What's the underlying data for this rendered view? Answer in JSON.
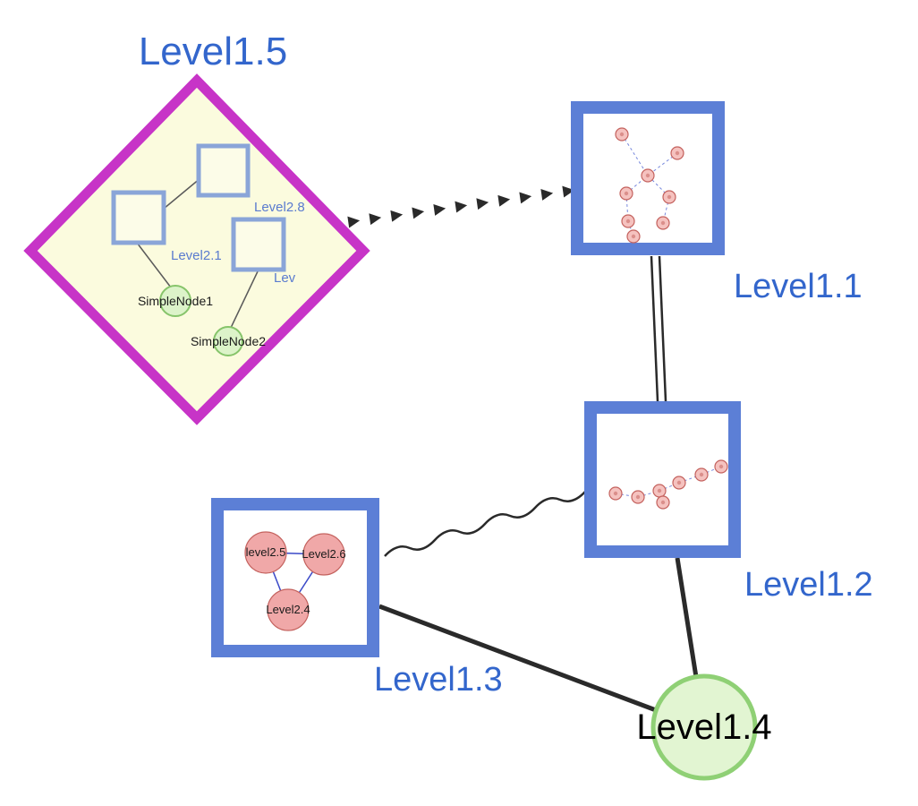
{
  "diagram": {
    "nodes": {
      "level15": {
        "label": "Level1.5",
        "shape": "diamond-group",
        "border": "#C734C7"
      },
      "level11": {
        "label": "Level1.1",
        "shape": "square-group",
        "border": "#5C7FD6"
      },
      "level12": {
        "label": "Level1.2",
        "shape": "square-group",
        "border": "#5C7FD6"
      },
      "level13": {
        "label": "Level1.3",
        "shape": "square-group",
        "border": "#5C7FD6"
      },
      "level14": {
        "label": "Level1.4",
        "shape": "circle",
        "border": "#8FD075"
      }
    },
    "level15_contents": {
      "level28": {
        "label": "Level2.8",
        "shape": "square"
      },
      "level21": {
        "label": "Level2.1",
        "shape": "square"
      },
      "lev": {
        "label": "Lev",
        "shape": "square",
        "note": "truncated label"
      },
      "simplenode1": {
        "label": "SimpleNode1",
        "shape": "circle"
      },
      "simplenode2": {
        "label": "SimpleNode2",
        "shape": "circle"
      }
    },
    "level11_contents": {
      "node_count": 8,
      "edge_style": "dashed",
      "labels_visible": false
    },
    "level12_contents": {
      "node_count": 7,
      "edge_style": "dashed",
      "labels_visible": false
    },
    "level13_contents": {
      "level25": {
        "label": "level2.5",
        "shape": "circle"
      },
      "level26": {
        "label": "Level2.6",
        "shape": "circle"
      },
      "level24": {
        "label": "Level2.4",
        "shape": "circle"
      }
    },
    "edges": [
      {
        "from": "Level1.5",
        "to": "Level1.1",
        "style": "dashed-arrow-chain"
      },
      {
        "from": "Level1.1",
        "to": "Level1.2",
        "style": "double-parallel-line"
      },
      {
        "from": "Level1.2",
        "to": "Level1.3",
        "style": "wavy"
      },
      {
        "from": "Level1.3",
        "to": "Level1.4",
        "style": "solid-thick"
      },
      {
        "from": "Level1.2",
        "to": "Level1.4",
        "style": "solid-thick"
      }
    ],
    "level15_inner_edges": [
      {
        "from": "Level2.1",
        "to": "Level2.8"
      },
      {
        "from": "Level2.1",
        "to": "SimpleNode1"
      },
      {
        "from": "Lev",
        "to": "SimpleNode2"
      }
    ],
    "level13_inner_edges": [
      {
        "from": "level2.5",
        "to": "Level2.6"
      },
      {
        "from": "level2.5",
        "to": "Level2.4"
      },
      {
        "from": "Level2.6",
        "to": "Level2.4"
      }
    ],
    "colors": {
      "label_blue": "#3366CC",
      "diamond_border": "#C734C7",
      "diamond_fill": "#FBFBDE",
      "group_node_border": "#5C7FD6",
      "inner_square_border": "#8AA5D8",
      "inner_square_fill": "#FCFCE8",
      "pink_node_fill": "#F0A8A8",
      "pink_node_border": "#C4625E",
      "green_node_fill": "#DCF3C9",
      "green_node_border": "#86C46A",
      "level14_fill": "#E2F5D2",
      "level14_border": "#8FD075",
      "edge_color": "#2A2A2A",
      "mini_edge_blue": "#7788DD"
    }
  }
}
